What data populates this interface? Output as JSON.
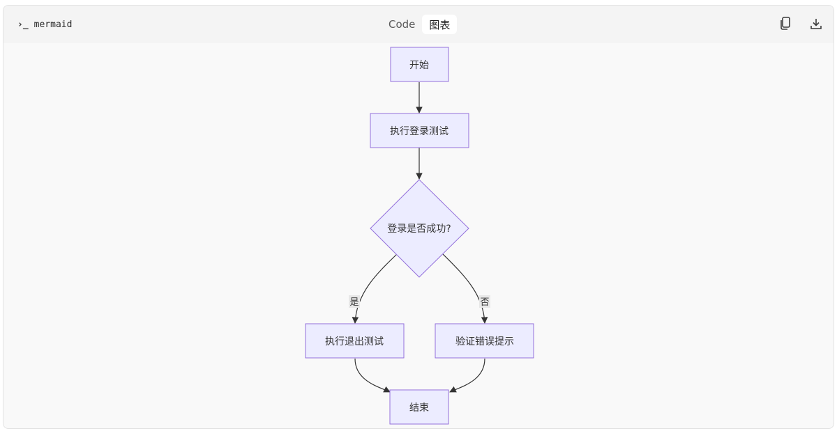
{
  "toolbar": {
    "prompt_symbol": "›_",
    "language": "mermaid",
    "tabs": [
      {
        "label": "Code",
        "active": false
      },
      {
        "label": "图表",
        "active": true
      }
    ],
    "actions": [
      {
        "icon": "copy-icon"
      },
      {
        "icon": "download-icon"
      }
    ]
  },
  "diagram": {
    "type": "flowchart",
    "direction": "top-down",
    "colors": {
      "node_fill": "#ececff",
      "node_stroke": "#9370db",
      "edge": "#333333",
      "label_bg": "#e8e8e8"
    },
    "nodes": {
      "start": "开始",
      "login_test": "执行登录测试",
      "decision": "登录是否成功?",
      "logout_test": "执行退出测试",
      "verify_error": "验证错误提示",
      "end": "结束"
    },
    "edges": {
      "yes": "是",
      "no": "否"
    }
  }
}
